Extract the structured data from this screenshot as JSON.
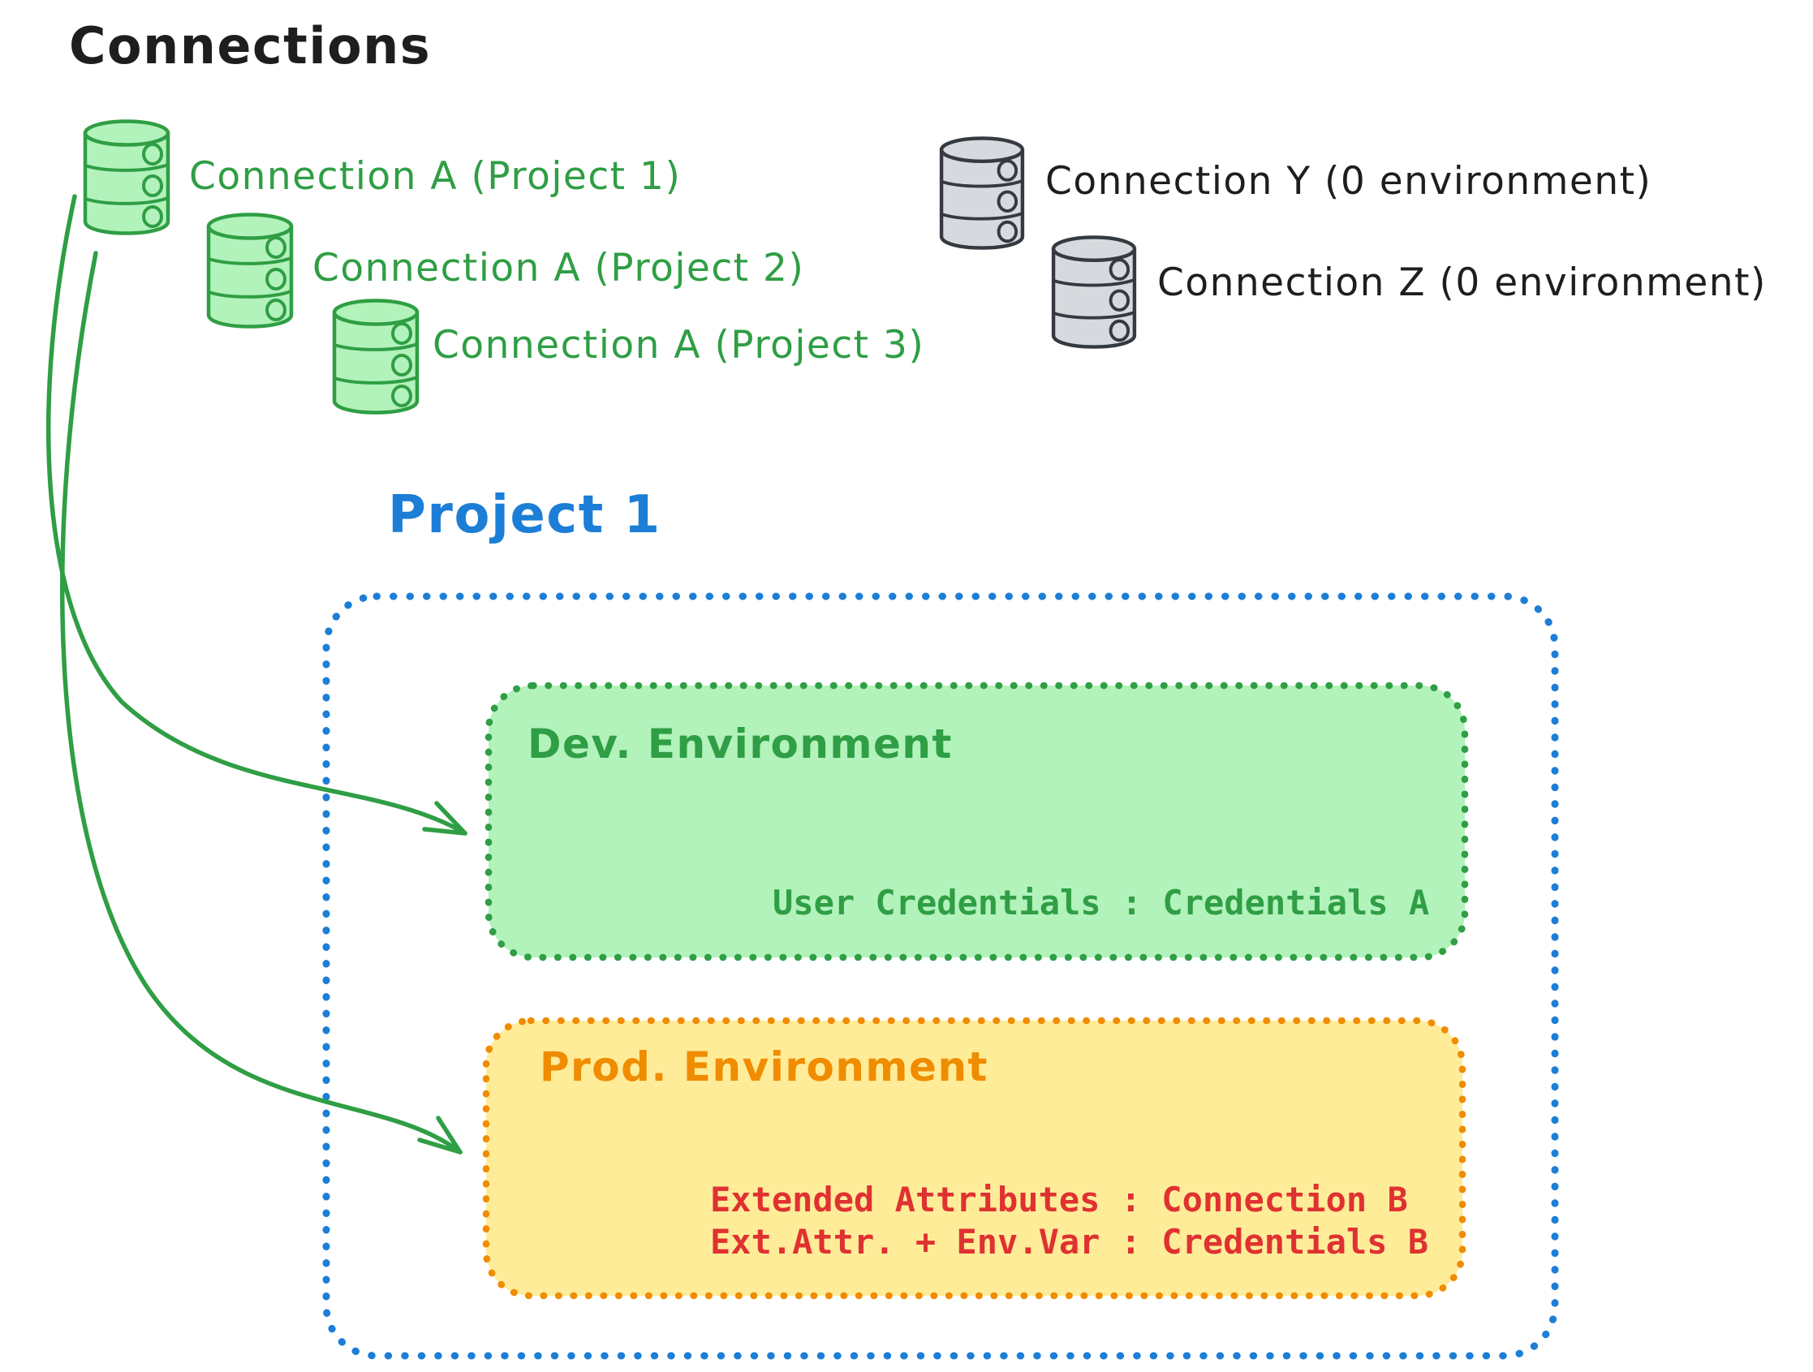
{
  "title": "Connections",
  "icons": {
    "database": "cylinder-stack"
  },
  "connections_green": [
    {
      "label": "Connection A (Project 1)"
    },
    {
      "label": "Connection A (Project 2)"
    },
    {
      "label": "Connection A (Project 3)"
    }
  ],
  "connections_gray": [
    {
      "label": "Connection Y (0 environment)"
    },
    {
      "label": "Connection Z (0 environment)"
    }
  ],
  "project": {
    "title": "Project 1",
    "dev_environment": {
      "title": "Dev. Environment",
      "credentials_line": "User Credentials : Credentials A"
    },
    "prod_environment": {
      "title": "Prod. Environment",
      "line1": "Extended Attributes : Connection B",
      "line2": "Ext.Attr. + Env.Var : Credentials B"
    }
  },
  "colors": {
    "ink": "#1e1e1e",
    "green": "#2f9e44",
    "green_fill": "#b2f2bb",
    "blue": "#1c7ed6",
    "orange": "#f08c00",
    "yellow_fill": "#ffec99",
    "red": "#e03131",
    "gray_stroke": "#343a40",
    "gray_fill": "#d6dade"
  }
}
